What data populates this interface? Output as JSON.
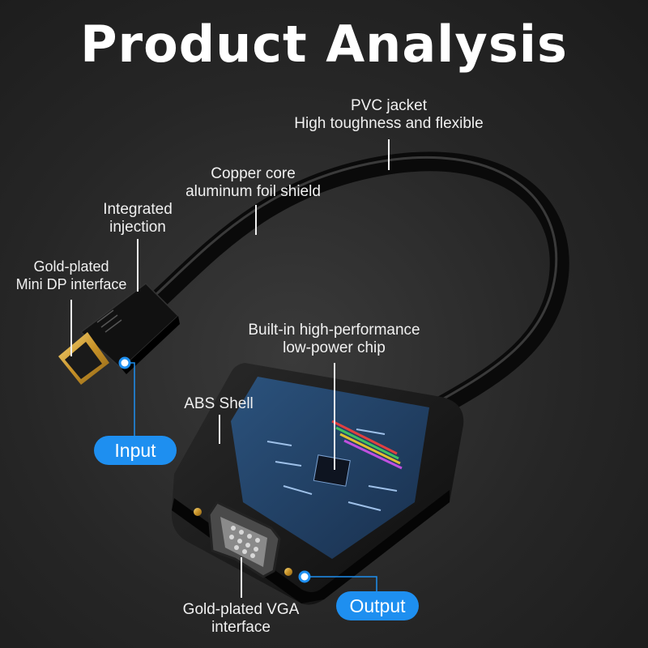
{
  "title": "Product Analysis",
  "labels": {
    "pvc": {
      "line1": "PVC jacket",
      "line2": "High toughness and flexible"
    },
    "copper": {
      "line1": "Copper core",
      "line2": "aluminum foil shield"
    },
    "injection": {
      "line1": "Integrated",
      "line2": "injection"
    },
    "minidp": {
      "line1": "Gold-plated",
      "line2": "Mini DP interface"
    },
    "chip": {
      "line1": "Built-in high-performance",
      "line2": "low-power chip"
    },
    "abs": {
      "line1": "ABS Shell"
    },
    "vga": {
      "line1": "Gold-plated VGA",
      "line2": "interface"
    }
  },
  "badges": {
    "input": "Input",
    "output": "Output"
  },
  "colors": {
    "accent": "#1e8ff0",
    "background": "#262626",
    "gold": "#d9a93a"
  }
}
